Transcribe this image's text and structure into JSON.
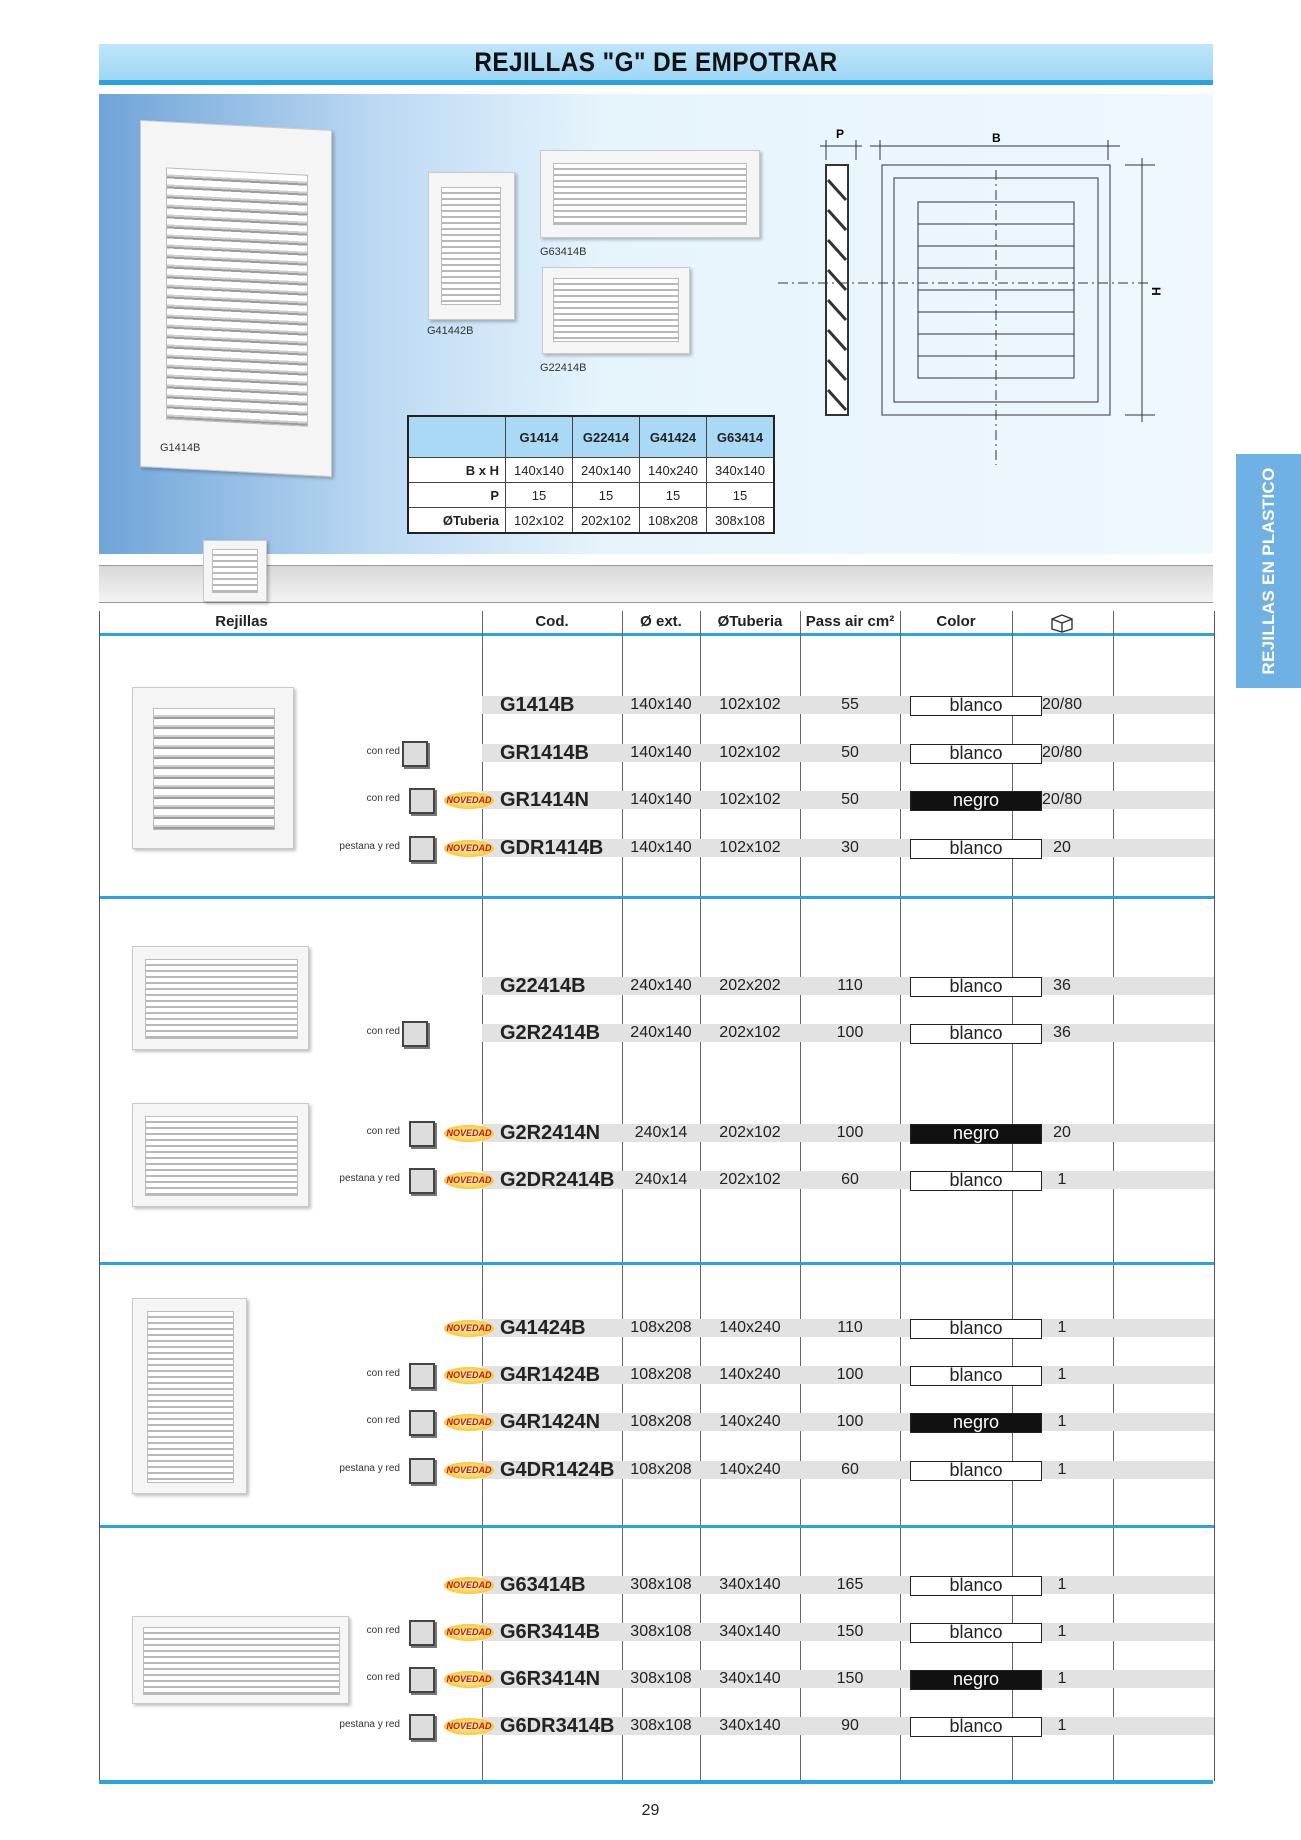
{
  "title": "REJILLAS \"G\" DE EMPOTRAR",
  "side_tab": "REJILLAS EN PLASTICO",
  "top_images": {
    "big": "G1414B",
    "vertical": "G41442B",
    "wide": "G63414B",
    "medium": "G22414B"
  },
  "diagram": {
    "p": "P",
    "b": "B",
    "h": "H"
  },
  "spec_table": {
    "columns": [
      "G1414",
      "G22414",
      "G41424",
      "G63414"
    ],
    "rows": [
      {
        "label": "B x H",
        "values": [
          "140x140",
          "240x140",
          "140x240",
          "340x140"
        ]
      },
      {
        "label": "P",
        "values": [
          "15",
          "15",
          "15",
          "15"
        ]
      },
      {
        "label": "ØTuberia",
        "values": [
          "102x102",
          "202x102",
          "108x208",
          "308x108"
        ]
      }
    ]
  },
  "table_headers": {
    "rejillas": "Rejillas",
    "cod": "Cod.",
    "ext": "Ø ext.",
    "tuberia": "ØTuberia",
    "air": "Pass air cm²",
    "color": "Color",
    "pack_icon": "box-icon"
  },
  "novedad_label": "NOVEDAD",
  "rows": [
    {
      "note": "",
      "novedad": false,
      "code": "G1414B",
      "ext": "140x140",
      "tub": "102x102",
      "air": "55",
      "color": "blanco",
      "pack": "20/80"
    },
    {
      "note": "con red",
      "novedad": false,
      "code": "GR1414B",
      "ext": "140x140",
      "tub": "102x102",
      "air": "50",
      "color": "blanco",
      "pack": "20/80"
    },
    {
      "note": "con red",
      "novedad": true,
      "code": "GR1414N",
      "ext": "140x140",
      "tub": "102x102",
      "air": "50",
      "color": "negro",
      "pack": "20/80"
    },
    {
      "note": "pestana y red",
      "novedad": true,
      "code": "GDR1414B",
      "ext": "140x140",
      "tub": "102x102",
      "air": "30",
      "color": "blanco",
      "pack": "20"
    },
    {
      "note": "",
      "novedad": false,
      "code": "G22414B",
      "ext": "240x140",
      "tub": "202x202",
      "air": "110",
      "color": "blanco",
      "pack": "36"
    },
    {
      "note": "con red",
      "novedad": false,
      "code": "G2R2414B",
      "ext": "240x140",
      "tub": "202x102",
      "air": "100",
      "color": "blanco",
      "pack": "36"
    },
    {
      "note": "con red",
      "novedad": true,
      "code": "G2R2414N",
      "ext": "240x14",
      "tub": "202x102",
      "air": "100",
      "color": "negro",
      "pack": "20"
    },
    {
      "note": "pestana y red",
      "novedad": true,
      "code": "G2DR2414B",
      "ext": "240x14",
      "tub": "202x102",
      "air": "60",
      "color": "blanco",
      "pack": "1"
    },
    {
      "note": "",
      "novedad": true,
      "code": "G41424B",
      "ext": "108x208",
      "tub": "140x240",
      "air": "110",
      "color": "blanco",
      "pack": "1"
    },
    {
      "note": "con red",
      "novedad": true,
      "code": "G4R1424B",
      "ext": "108x208",
      "tub": "140x240",
      "air": "100",
      "color": "blanco",
      "pack": "1"
    },
    {
      "note": "con red",
      "novedad": true,
      "code": "G4R1424N",
      "ext": "108x208",
      "tub": "140x240",
      "air": "100",
      "color": "negro",
      "pack": "1"
    },
    {
      "note": "pestana y red",
      "novedad": true,
      "code": "G4DR1424B",
      "ext": "108x208",
      "tub": "140x240",
      "air": "60",
      "color": "blanco",
      "pack": "1"
    },
    {
      "note": "",
      "novedad": true,
      "code": "G63414B",
      "ext": "308x108",
      "tub": "340x140",
      "air": "165",
      "color": "blanco",
      "pack": "1"
    },
    {
      "note": "con red",
      "novedad": true,
      "code": "G6R3414B",
      "ext": "308x108",
      "tub": "340x140",
      "air": "150",
      "color": "blanco",
      "pack": "1"
    },
    {
      "note": "con red",
      "novedad": true,
      "code": "G6R3414N",
      "ext": "308x108",
      "tub": "340x140",
      "air": "150",
      "color": "negro",
      "pack": "1"
    },
    {
      "note": "pestana y red",
      "novedad": true,
      "code": "G6DR3414B",
      "ext": "308x108",
      "tub": "340x140",
      "air": "90",
      "color": "blanco",
      "pack": "1"
    }
  ],
  "page_number": "29"
}
